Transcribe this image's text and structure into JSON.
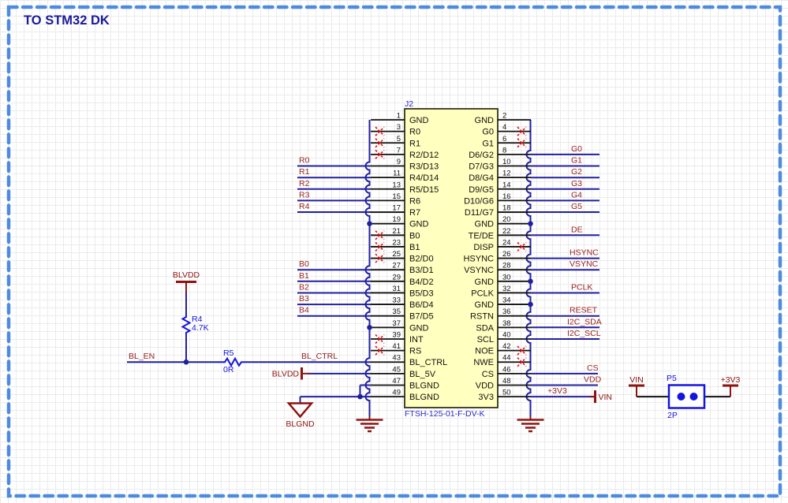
{
  "title": "TO STM32 DK",
  "connector": {
    "designator": "J2",
    "part_number": "FTSH-125-01-F-DV-K",
    "pins_left": [
      {
        "num": 1,
        "name": "GND"
      },
      {
        "num": 3,
        "name": "R0"
      },
      {
        "num": 5,
        "name": "R1"
      },
      {
        "num": 7,
        "name": "R2/D12"
      },
      {
        "num": 9,
        "name": "R3/D13"
      },
      {
        "num": 11,
        "name": "R4/D14"
      },
      {
        "num": 13,
        "name": "R5/D15"
      },
      {
        "num": 15,
        "name": "R6"
      },
      {
        "num": 17,
        "name": "R7"
      },
      {
        "num": 19,
        "name": "GND"
      },
      {
        "num": 21,
        "name": "B0"
      },
      {
        "num": 23,
        "name": "B1"
      },
      {
        "num": 25,
        "name": "B2/D0"
      },
      {
        "num": 27,
        "name": "B3/D1"
      },
      {
        "num": 29,
        "name": "B4/D2"
      },
      {
        "num": 31,
        "name": "B5/D3"
      },
      {
        "num": 33,
        "name": "B6/D4"
      },
      {
        "num": 35,
        "name": "B7/D5"
      },
      {
        "num": 37,
        "name": "GND"
      },
      {
        "num": 39,
        "name": "INT"
      },
      {
        "num": 41,
        "name": "RS"
      },
      {
        "num": 43,
        "name": "BL_CTRL"
      },
      {
        "num": 45,
        "name": "BL_5V"
      },
      {
        "num": 47,
        "name": "BLGND"
      },
      {
        "num": 49,
        "name": "BLGND"
      }
    ],
    "pins_right": [
      {
        "num": 2,
        "name": "GND"
      },
      {
        "num": 4,
        "name": "G0"
      },
      {
        "num": 6,
        "name": "G1"
      },
      {
        "num": 8,
        "name": "D6/G2"
      },
      {
        "num": 10,
        "name": "D7/G3"
      },
      {
        "num": 12,
        "name": "D8/G4"
      },
      {
        "num": 14,
        "name": "D9/G5"
      },
      {
        "num": 16,
        "name": "D10/G6"
      },
      {
        "num": 18,
        "name": "D11/G7"
      },
      {
        "num": 20,
        "name": "GND"
      },
      {
        "num": 22,
        "name": "TE/DE"
      },
      {
        "num": 24,
        "name": "DISP"
      },
      {
        "num": 26,
        "name": "HSYNC"
      },
      {
        "num": 28,
        "name": "VSYNC"
      },
      {
        "num": 30,
        "name": "GND"
      },
      {
        "num": 32,
        "name": "PCLK"
      },
      {
        "num": 34,
        "name": "GND"
      },
      {
        "num": 36,
        "name": "RSTN"
      },
      {
        "num": 38,
        "name": "SDA"
      },
      {
        "num": 40,
        "name": "SCL"
      },
      {
        "num": 42,
        "name": "NOE"
      },
      {
        "num": 44,
        "name": "NWE"
      },
      {
        "num": 46,
        "name": "CS"
      },
      {
        "num": 48,
        "name": "VDD"
      },
      {
        "num": 50,
        "name": "3V3"
      }
    ]
  },
  "net_labels_left": [
    {
      "net": "R0",
      "pin": 9
    },
    {
      "net": "R1",
      "pin": 11
    },
    {
      "net": "R2",
      "pin": 13
    },
    {
      "net": "R3",
      "pin": 15
    },
    {
      "net": "R4",
      "pin": 17
    },
    {
      "net": "B0",
      "pin": 27
    },
    {
      "net": "B1",
      "pin": 29
    },
    {
      "net": "B2",
      "pin": 31
    },
    {
      "net": "B3",
      "pin": 33
    },
    {
      "net": "B4",
      "pin": 35
    }
  ],
  "net_labels_right": [
    {
      "net": "G0",
      "pin": 8
    },
    {
      "net": "G1",
      "pin": 10
    },
    {
      "net": "G2",
      "pin": 12
    },
    {
      "net": "G3",
      "pin": 14
    },
    {
      "net": "G4",
      "pin": 16
    },
    {
      "net": "G5",
      "pin": 18
    },
    {
      "net": "DE",
      "pin": 22
    },
    {
      "net": "HSYNC",
      "pin": 26
    },
    {
      "net": "VSYNC",
      "pin": 28
    },
    {
      "net": "PCLK",
      "pin": 32
    },
    {
      "net": "RESET",
      "pin": 36
    },
    {
      "net": "I2C_SDA",
      "pin": 38
    },
    {
      "net": "I2C_SCL",
      "pin": 40
    },
    {
      "net": "CS",
      "pin": 46
    },
    {
      "net": "VDD",
      "pin": 48
    },
    {
      "net": "+3V3",
      "pin": 50
    }
  ],
  "gnd_bus_left_pins": [
    1,
    19,
    37
  ],
  "gnd_bus_right_pins": [
    2,
    20,
    30,
    34
  ],
  "no_erc_left_pins": [
    3,
    5,
    7,
    21,
    23,
    25,
    39,
    41
  ],
  "no_erc_right_pins": [
    4,
    6,
    24,
    42,
    44
  ],
  "backlight": {
    "enable_net": "BL_EN",
    "ctrl_net": "BL_CTRL",
    "pullup": {
      "designator": "R4",
      "value": "4.7K"
    },
    "series": {
      "designator": "R5",
      "value": "0R"
    },
    "supply_port": "BLVDD",
    "bl5v_port": "BLVDD",
    "gnd_port": "BLGND"
  },
  "power": {
    "v3v3_net": "+3V3",
    "vin_port": "VIN"
  },
  "jumper": {
    "designator": "P5",
    "value": "2P",
    "left_port": "VIN",
    "right_port": "+3V3"
  },
  "colors": {
    "sheet_border": "#4E8BE0",
    "wire": "#20209F",
    "bright_blue": "#1414E0",
    "designator_blue": "#2A2ACC",
    "net_label": "#97231E",
    "power_red": "#8B1410",
    "body_fill": "#FFFFC0",
    "body_border": "#33331C",
    "pin_black": "#111111",
    "no_erc_red": "#E81212",
    "title_blue": "#1A1A99"
  }
}
